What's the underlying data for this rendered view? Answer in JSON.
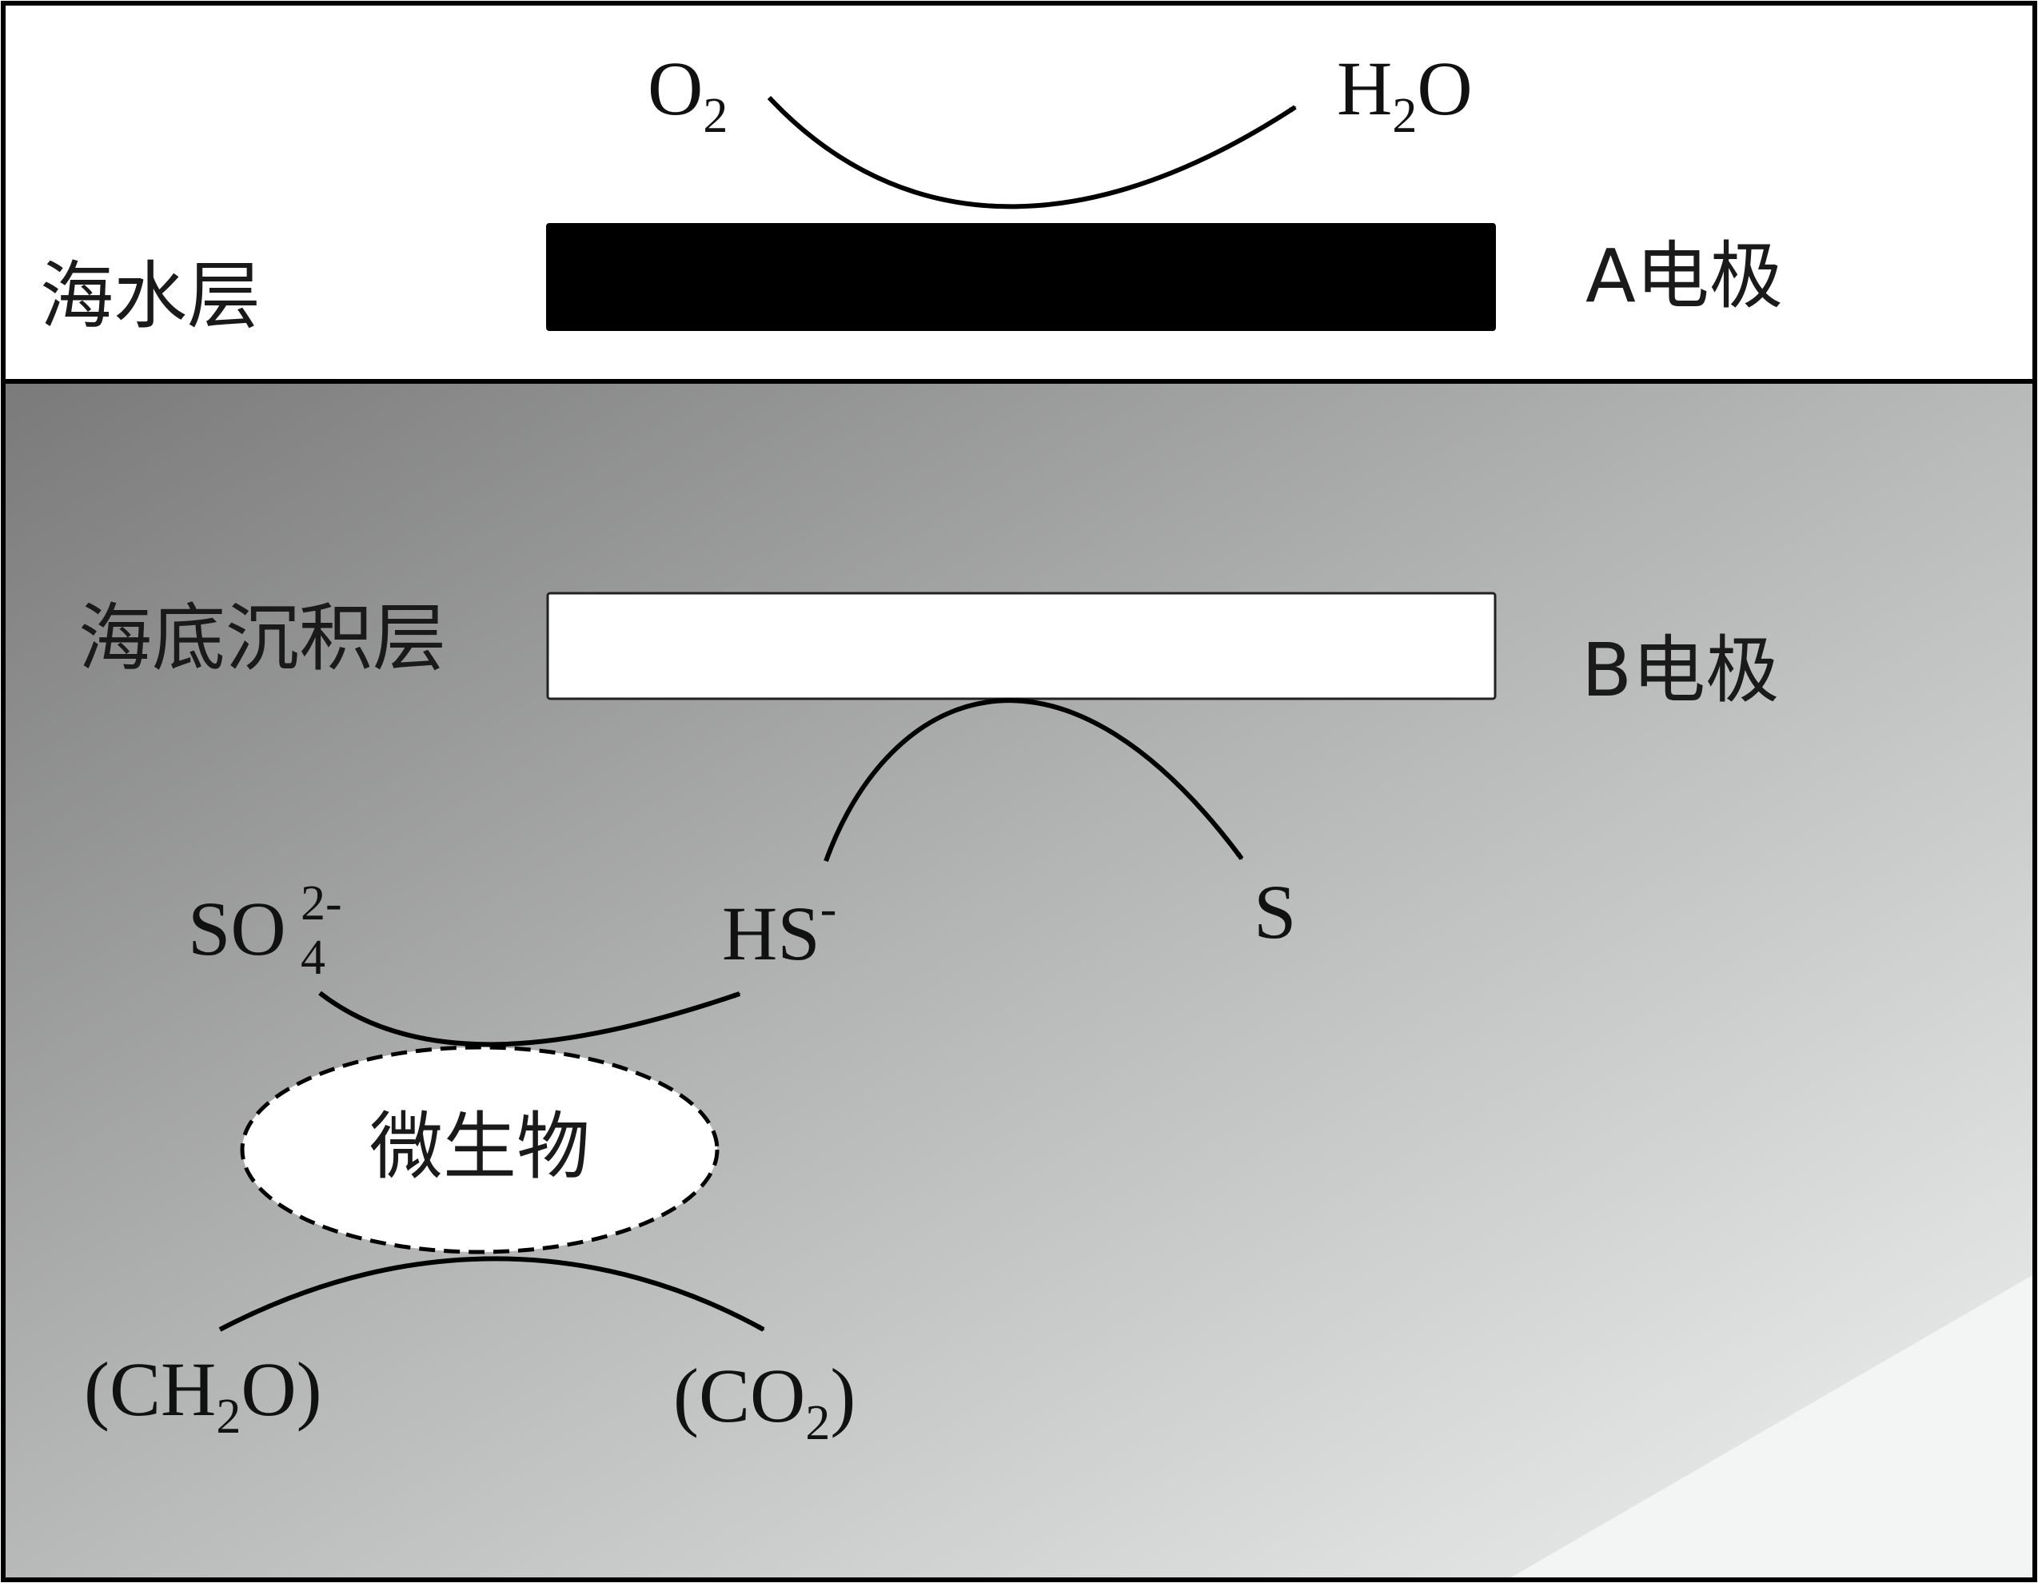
{
  "seawater_layer": {
    "label": "海水层"
  },
  "sediment_layer": {
    "label": "海底沉积层"
  },
  "electrode_a": {
    "label": "A电极"
  },
  "electrode_b": {
    "label": "B电极"
  },
  "species": {
    "o2": {
      "base": "O",
      "sub": "2"
    },
    "h2o": {
      "part1": "H",
      "sub": "2",
      "part2": "O"
    },
    "sulfate": {
      "base": "SO",
      "sub": "4",
      "sup": "2-"
    },
    "hs": {
      "base": "HS",
      "sup": "-"
    },
    "s": {
      "base": "S"
    },
    "ch2o": {
      "open": "(CH",
      "sub": "2",
      "close": "O)"
    },
    "co2": {
      "open": "(CO",
      "sub": "2",
      "close": ")"
    }
  },
  "microbe": {
    "label": "微生物"
  },
  "colors": {
    "sediment_dark": "#7d7d7d",
    "sediment_light": "#eceeee",
    "electrode_a": "#000000",
    "electrode_b": "#ffffff",
    "stroke": "#000000"
  }
}
